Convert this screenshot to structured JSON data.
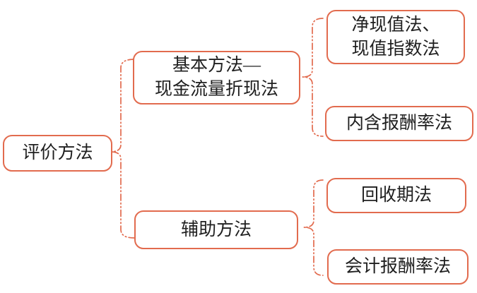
{
  "colors": {
    "node_border": "#E26B4E",
    "node_text": "#1F1F1F",
    "connector": "#E26B4E",
    "background": "#FFFFFF"
  },
  "diagram": {
    "root": {
      "label": "评价方法"
    },
    "branches": [
      {
        "label": "基本方法—\n现金流量折现法",
        "children": [
          {
            "label": "净现值法、\n现值指数法"
          },
          {
            "label": "内含报酬率法"
          }
        ]
      },
      {
        "label": "辅助方法",
        "children": [
          {
            "label": "回收期法"
          },
          {
            "label": "会计报酬率法"
          }
        ]
      }
    ]
  }
}
